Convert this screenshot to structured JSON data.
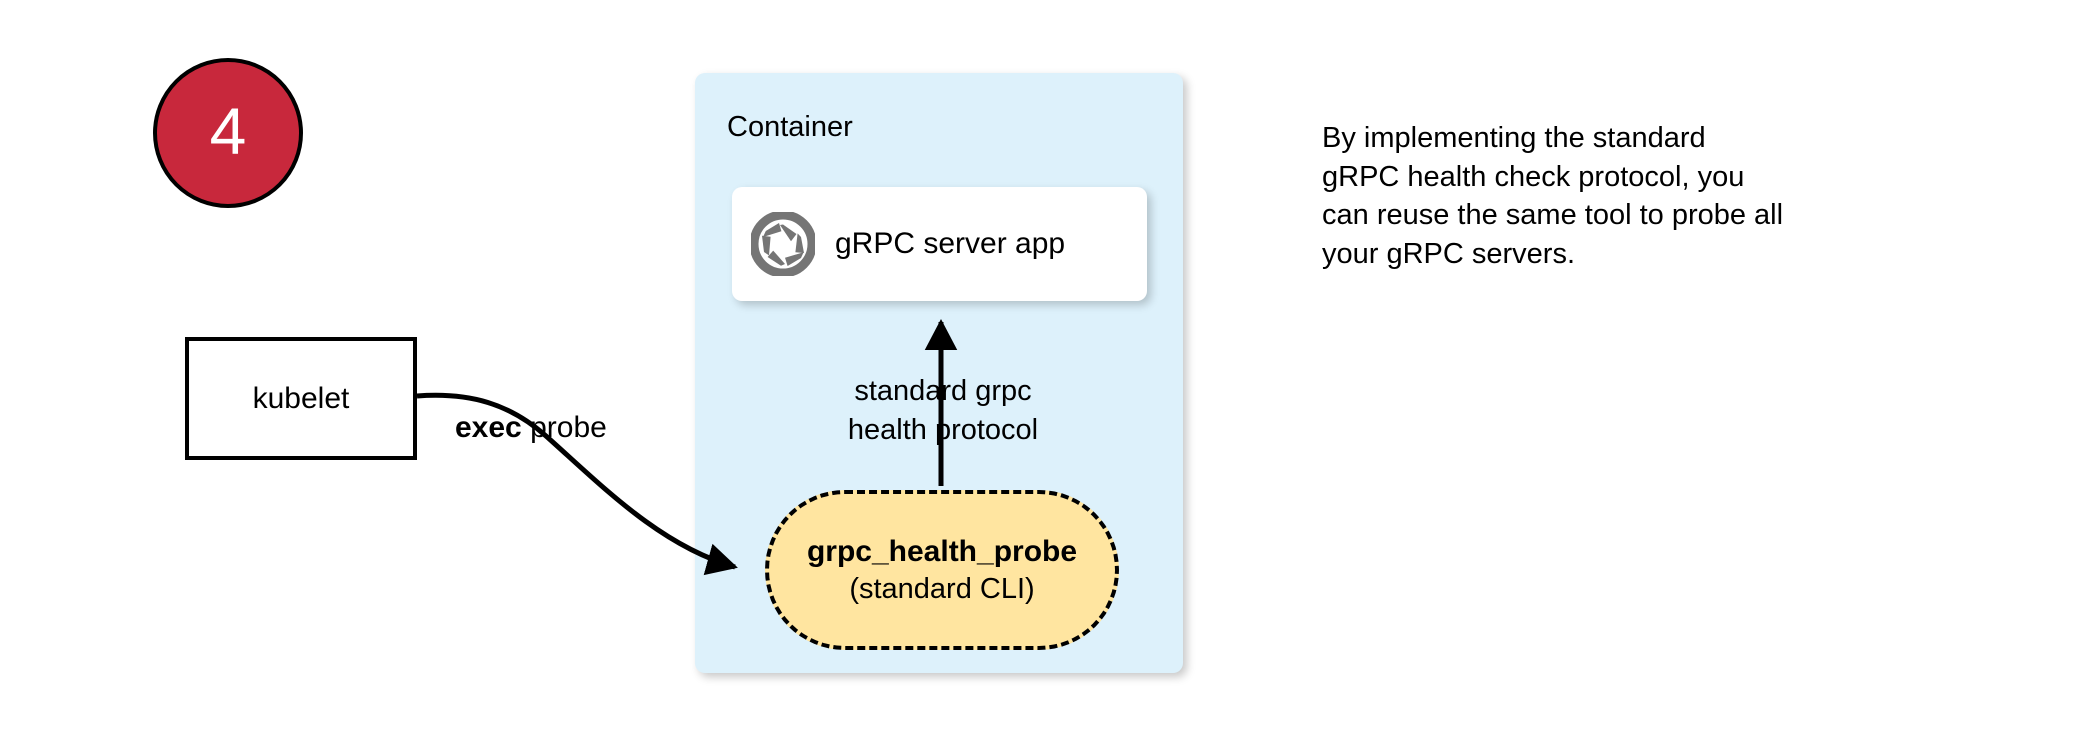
{
  "step": {
    "number": "4"
  },
  "kubelet": {
    "label": "kubelet"
  },
  "container": {
    "title": "Container",
    "fill_color": "#ddf1fb"
  },
  "server_card": {
    "label": "gRPC server app",
    "icon": "grpc-aperture-icon",
    "icon_color": "#757575"
  },
  "probe": {
    "title": "grpc_health_probe",
    "subtitle": "(standard CLI)",
    "fill_color": "#ffe5a0"
  },
  "edges": {
    "exec_probe_bold": "exec",
    "exec_probe_rest": " probe",
    "protocol_line1": "standard grpc",
    "protocol_line2": "health protocol"
  },
  "note": {
    "line1": "By implementing the standard",
    "line2": "gRPC health check protocol, you",
    "line3": "can reuse the same tool to probe all",
    "line4": "your gRPC servers."
  },
  "colors": {
    "badge_fill": "#c8283c",
    "badge_text": "#ffffff",
    "stroke": "#000000"
  }
}
